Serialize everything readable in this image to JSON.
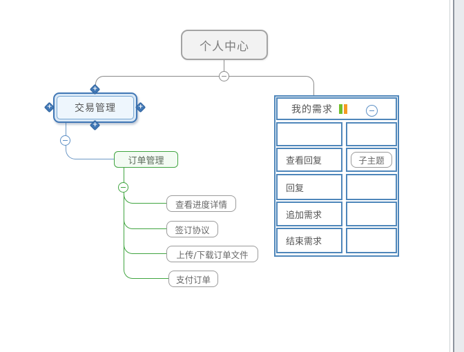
{
  "canvas": {
    "background": "#ffffff",
    "branch_colors": {
      "root": "#8a8a8a",
      "trade": "#4077b5",
      "order": "#3fa43f",
      "table": "#4e86ba"
    }
  },
  "root_topic": {
    "label": "个人中心"
  },
  "icons": {
    "collapse_minus": "−",
    "handle_plus": "+"
  },
  "transaction_branch": {
    "topic": "交易管理",
    "order_topic": "订单管理",
    "children": [
      "查看进度详情",
      "签订协议",
      "上传/下载订单文件",
      "支付订单"
    ]
  },
  "requirements_table": {
    "title": "我的需求",
    "marker_colors": [
      "#72c02c",
      "#f59a23"
    ],
    "rows": [
      {
        "left": "",
        "right": ""
      },
      {
        "left": "查看回复",
        "right_subtopic": "子主题"
      },
      {
        "left": "回复",
        "right": ""
      },
      {
        "left": "追加需求",
        "right": ""
      },
      {
        "left": "结束需求",
        "right": ""
      }
    ]
  }
}
